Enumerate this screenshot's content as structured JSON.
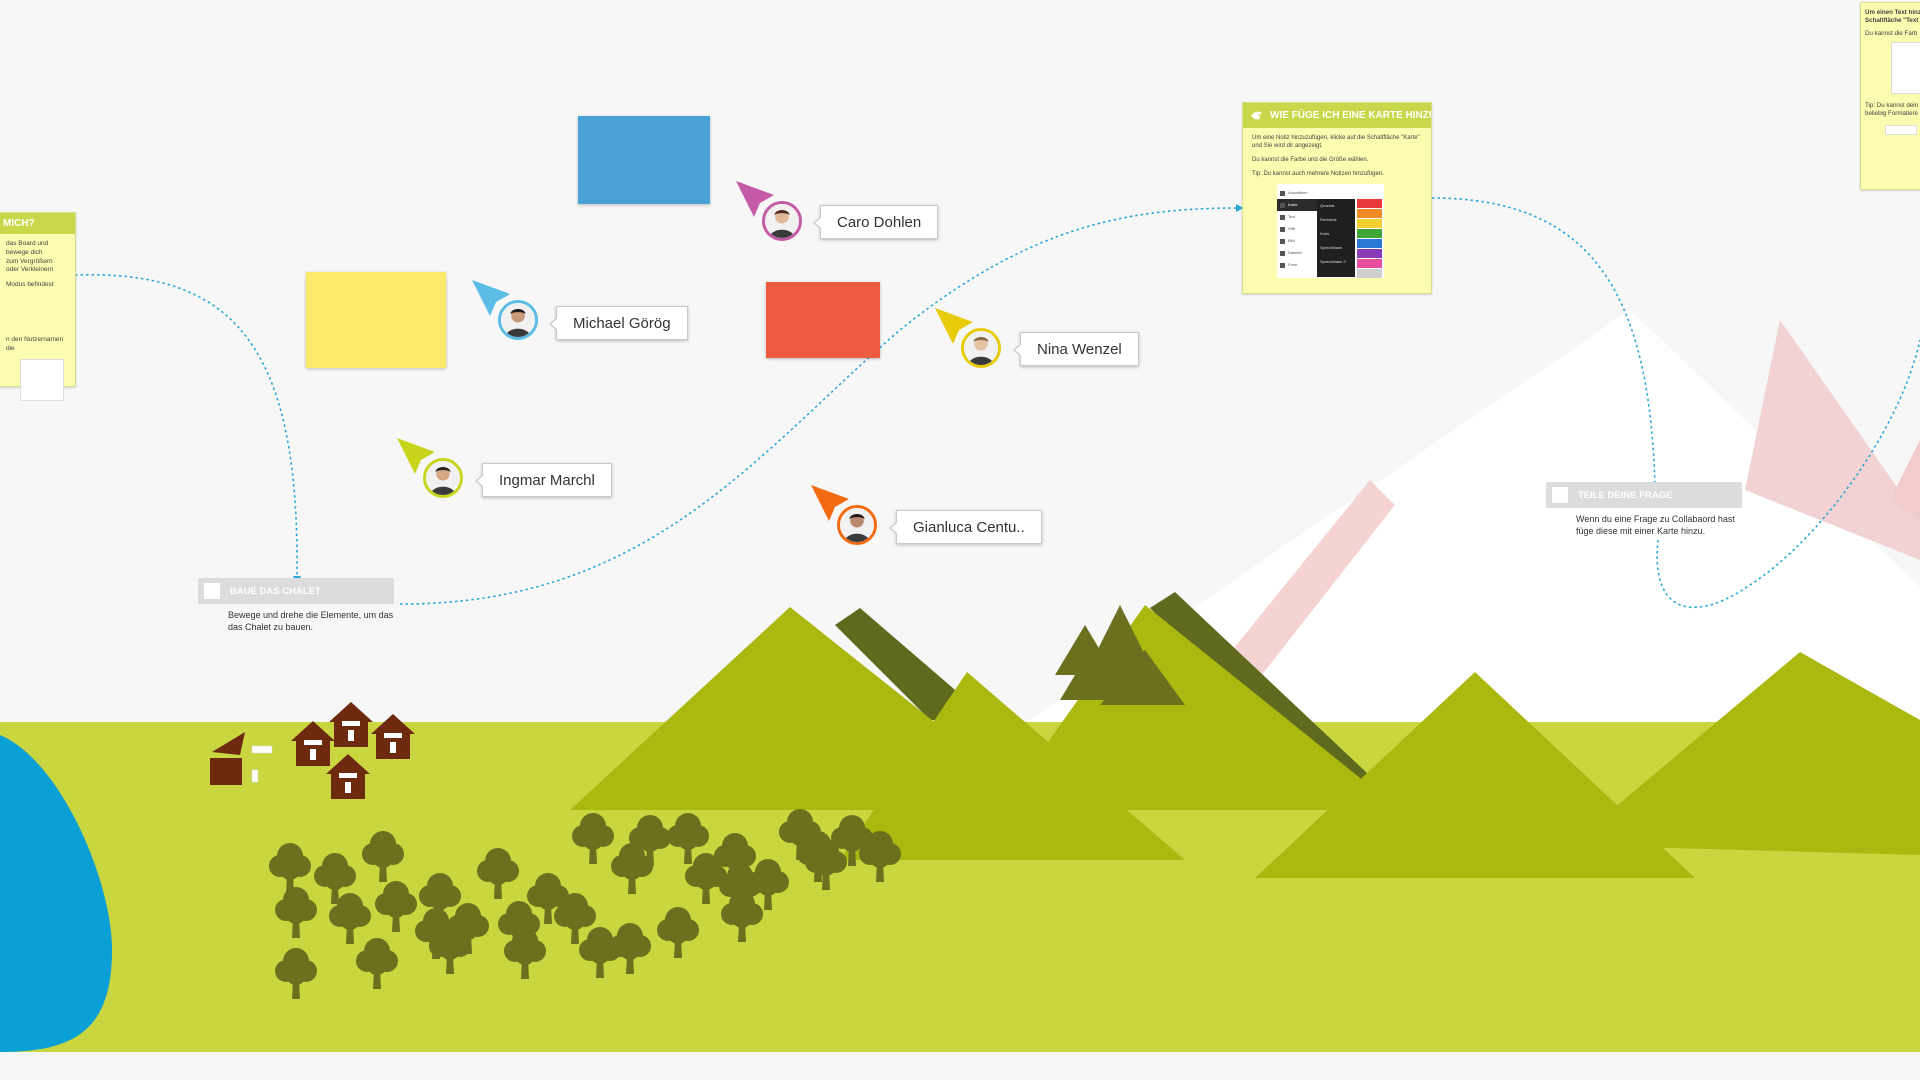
{
  "colors": {
    "canvas": "#f7f7f7",
    "meadow": "#c9d63f",
    "mountain_green": "#aab80f",
    "mountain_dark": "#5f6a1f",
    "tree": "#6b701e",
    "chalet": "#6d2a0f",
    "lake": "#0aa0d6",
    "card_yellow": "#fbfcb0",
    "card_header": "#c9d84a",
    "connector": "#2aa7d8"
  },
  "stickies": [
    {
      "name": "blue-sticky-note",
      "color": "#4aa2d6"
    },
    {
      "name": "yellow-sticky-note",
      "color": "#fae96a"
    },
    {
      "name": "red-sticky-note",
      "color": "#ee5c40"
    }
  ],
  "collaborators": [
    {
      "name": "Caro Dohlen",
      "color": "#c55aa8"
    },
    {
      "name": "Michael Görög",
      "color": "#5bbce5"
    },
    {
      "name": "Nina Wenzel",
      "color": "#e7cb08"
    },
    {
      "name": "Ingmar Marchl",
      "color": "#c8d41c"
    },
    {
      "name": "Gianluca Centu..",
      "color": "#f26a12"
    }
  ],
  "cards": {
    "left": {
      "title": "MICH?",
      "lines": [
        "das Board und bewege dich",
        "zum Vergrößern oder Verkleinern",
        "Modus befindest",
        "n den Nutzernamen die"
      ]
    },
    "add_card": {
      "icon": "hand-pointer-icon",
      "title": "WIE FÜGE ICH EINE KARTE HINZU?",
      "text_1": "Um eine Notiz hinzuzufügen, klicke auf die Schaltfläche \"Karte\" und Sie wird dir angezeigt.",
      "text_2": "Du kannst die Farbe und die Größe wählen.",
      "text_3": "Tip: Du kannst auch mehrere Notizen hinzufügen.",
      "menu_items": [
        "Auswählen",
        "Karte",
        "Text",
        "Stift",
        "Bild",
        "Dateien",
        "Form"
      ],
      "sub_items": [
        "Quadrat",
        "Rechteck",
        "Kreis",
        "Sprechblase",
        "Sprechblase 2"
      ],
      "palette": [
        "#e83a3a",
        "#f08a24",
        "#f5d033",
        "#3fa535",
        "#2a78d6",
        "#8a3ab9",
        "#e64ca0",
        "#cfcfcf"
      ]
    },
    "top_right": {
      "title_1": "Um einen Text hinz",
      "title_2": "Schaltfläche \"Text",
      "line": "Du kannst die Farb",
      "tip_1": "Tip: Du kannst dein",
      "tip_2": "beliebig  Formatiere"
    }
  },
  "tasks": {
    "chalet": {
      "title": "BAUE DAS CHALET",
      "text": "Bewege und drehe die Elemente, um das das Chalet zu bauen."
    },
    "question": {
      "title": "TEILE DEINE FRAGE",
      "text": "Wenn du eine Frage zu Collabaord hast füge diese mit einer Karte hinzu."
    }
  }
}
